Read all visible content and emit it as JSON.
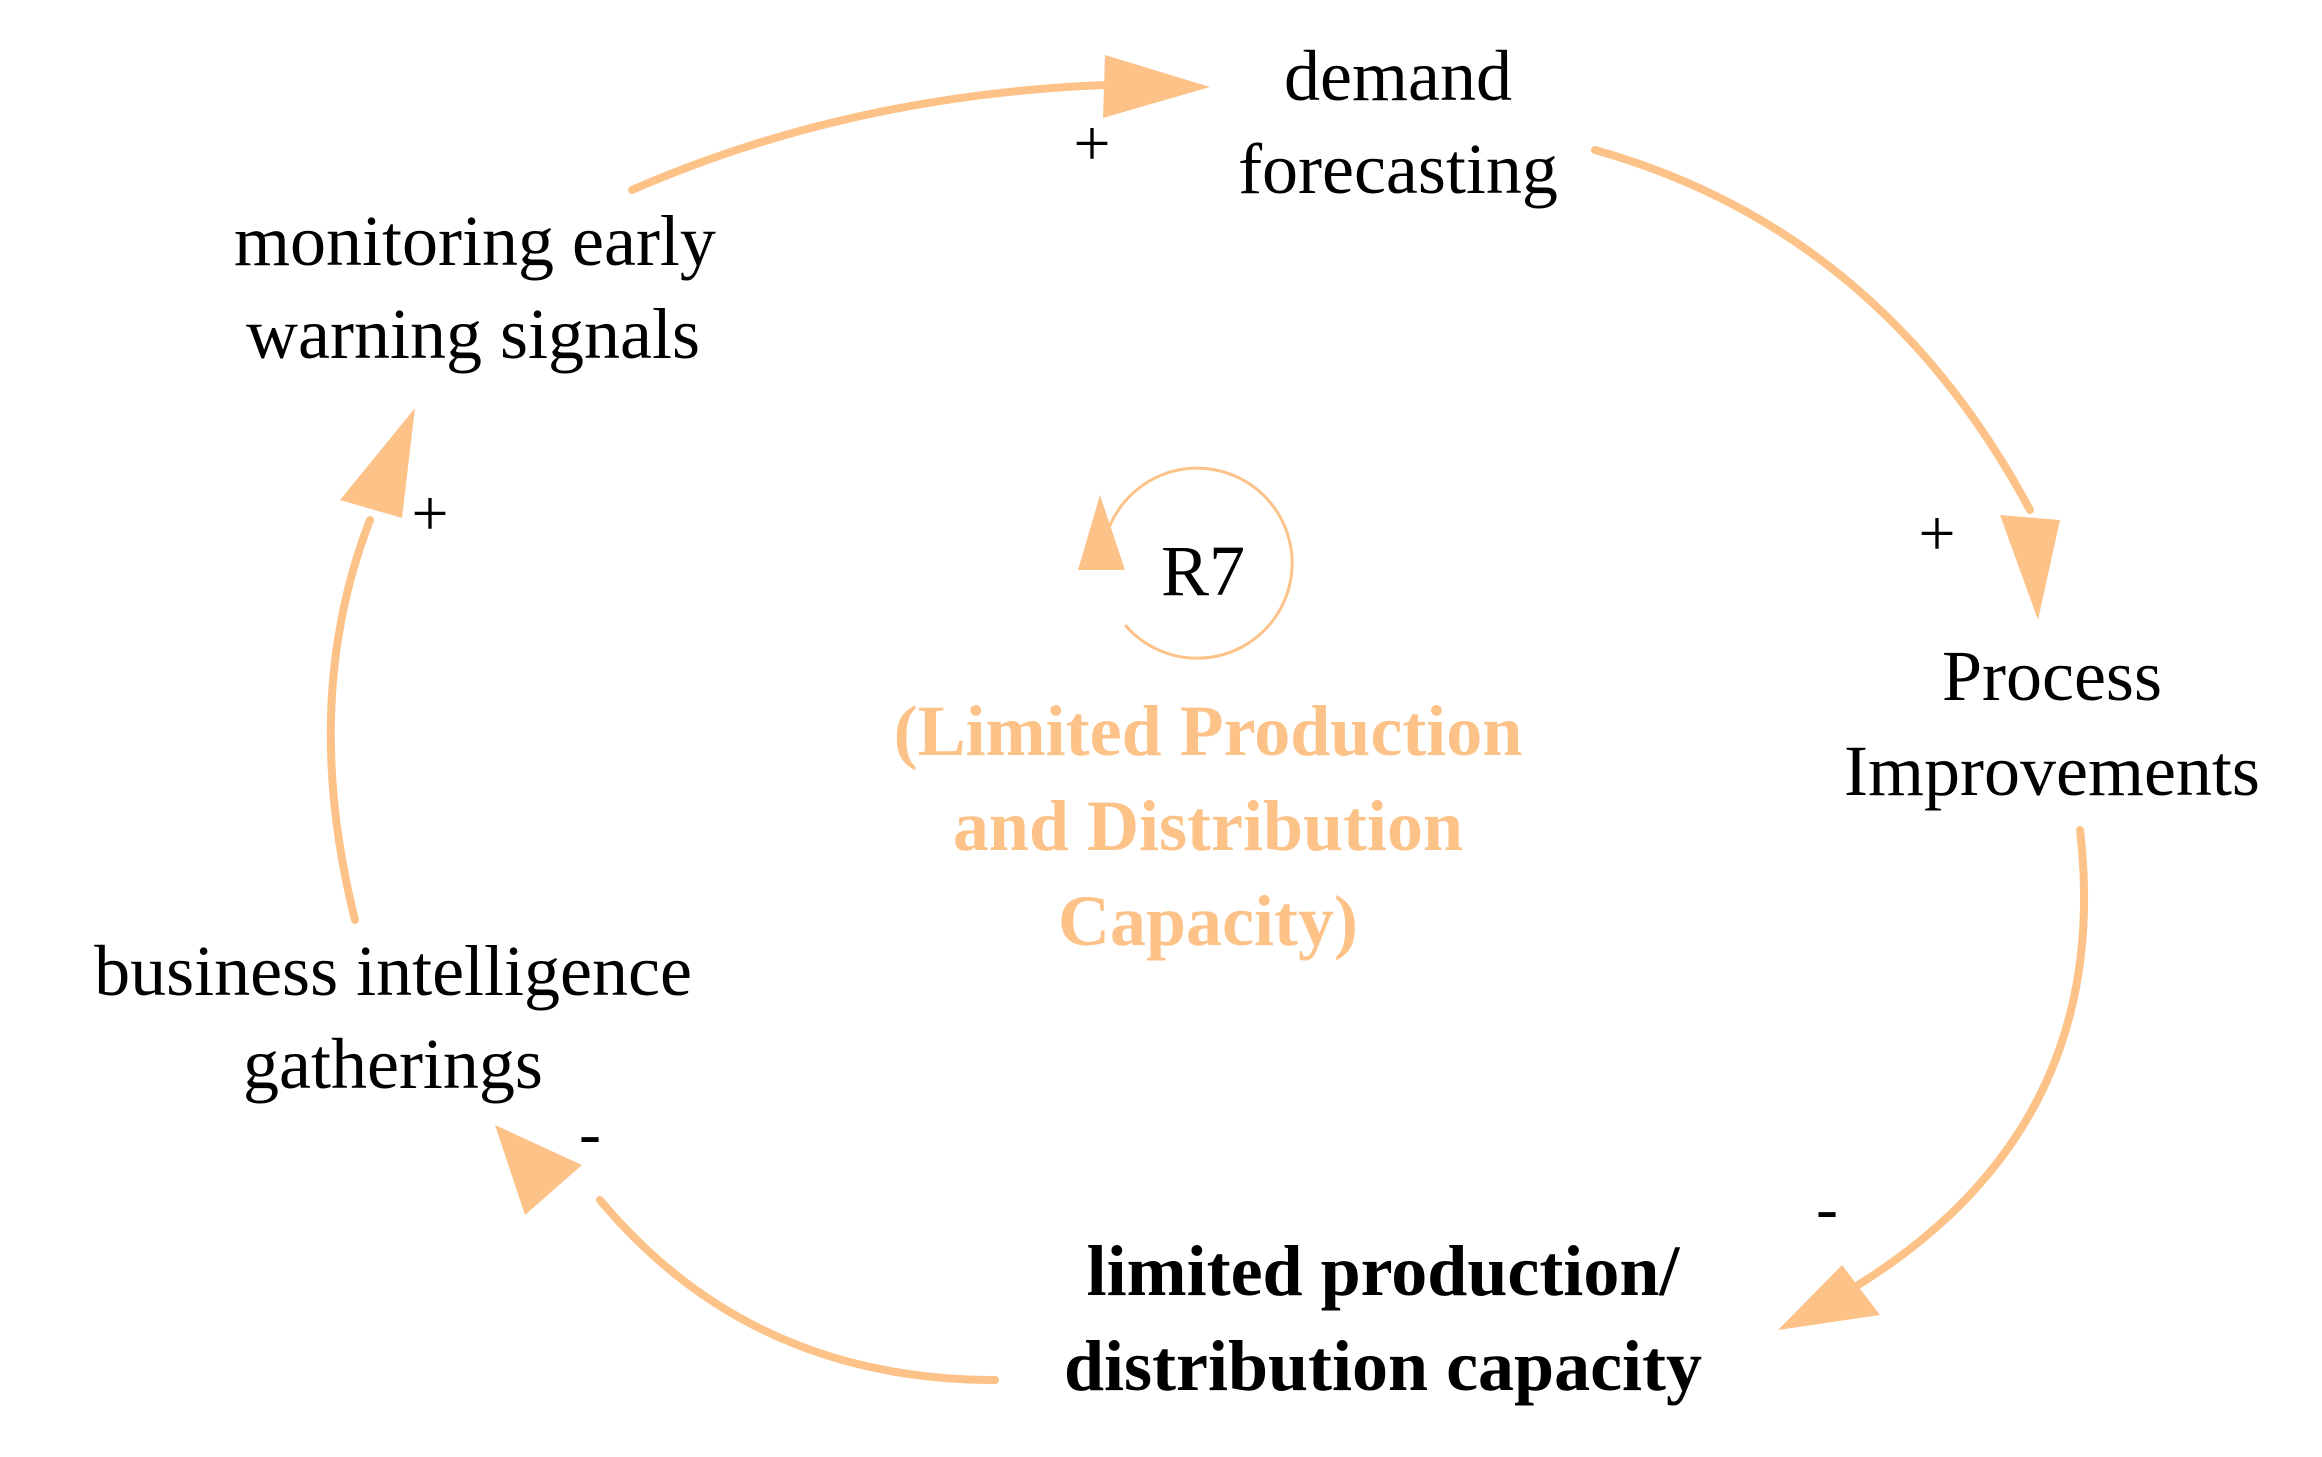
{
  "colors": {
    "link": "#FCC288",
    "text": "#000000",
    "loop_title": "#FCC288"
  },
  "nodes": {
    "demand_forecasting": [
      "demand",
      "forecasting"
    ],
    "process_improvements": [
      "Process",
      "Improvements"
    ],
    "limited_capacity": [
      "limited production/",
      "distribution capacity"
    ],
    "business_intelligence": [
      "business intelligence",
      "gatherings"
    ],
    "monitoring_signals": [
      "monitoring early",
      "warning signals"
    ]
  },
  "links": [
    {
      "from": "monitoring early warning signals",
      "to": "demand forecasting",
      "polarity": "+"
    },
    {
      "from": "demand forecasting",
      "to": "Process Improvements",
      "polarity": "+"
    },
    {
      "from": "Process Improvements",
      "to": "limited production/distribution capacity",
      "polarity": "-"
    },
    {
      "from": "limited production/distribution capacity",
      "to": "business intelligence gatherings",
      "polarity": "-"
    },
    {
      "from": "business intelligence gatherings",
      "to": "monitoring early warning signals",
      "polarity": "+"
    }
  ],
  "loop": {
    "id": "R7",
    "title_lines": [
      "(Limited Production",
      "and Distribution",
      "Capacity)"
    ]
  }
}
